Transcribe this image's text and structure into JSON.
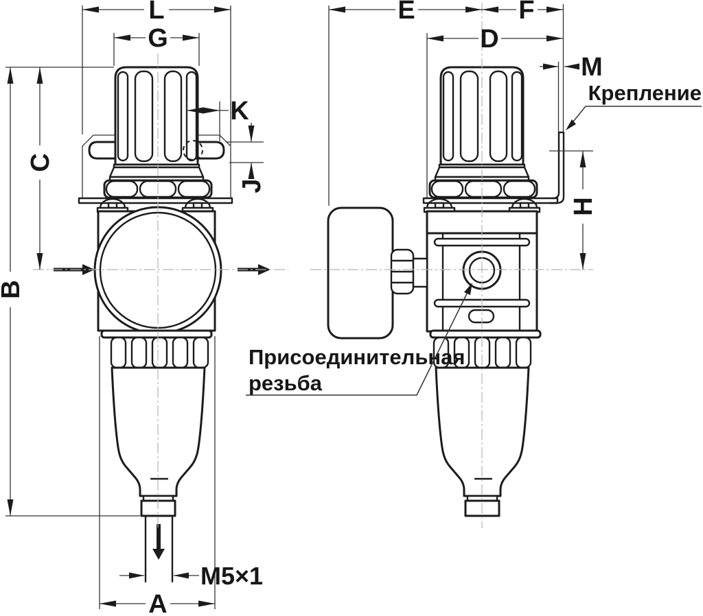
{
  "drawing": {
    "type": "technical-dimension-drawing",
    "subject": "air filter-regulator, front and side views",
    "colors": {
      "line": "#1c1c1c",
      "background": "#ffffff",
      "centerline": "#b4b4b4"
    },
    "labels": {
      "L": "L",
      "G": "G",
      "K": "K",
      "J": "J",
      "C": "C",
      "B": "B",
      "A": "A",
      "E": "E",
      "F": "F",
      "D": "D",
      "M": "M",
      "H": "H"
    },
    "annotations": {
      "drain_thread": "M5×1",
      "bracket": "Крепление",
      "port_thread_line1": "Присоединительная",
      "port_thread_line2": "резьба"
    }
  }
}
